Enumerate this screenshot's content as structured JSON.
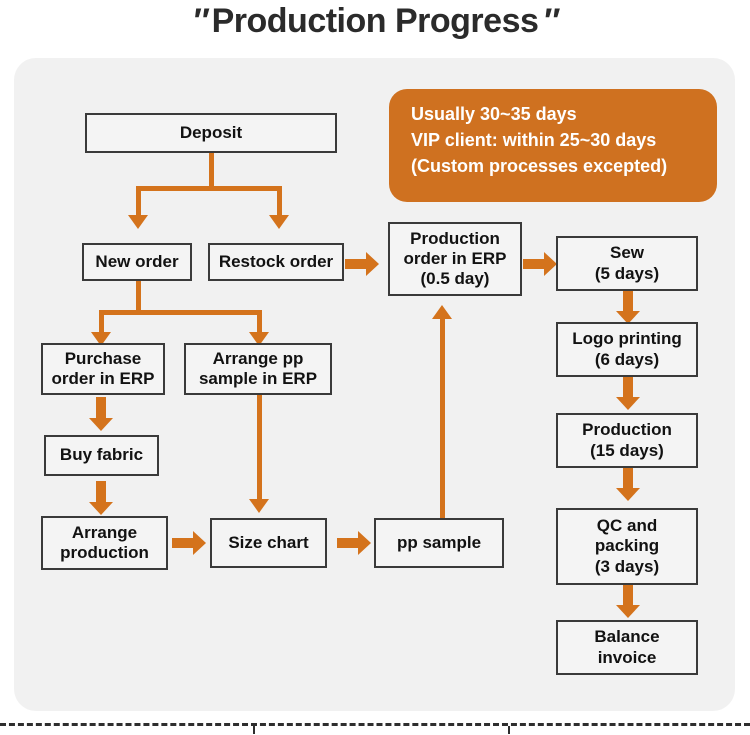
{
  "title": {
    "text": "Production Progress",
    "quote_open": "″",
    "quote_close": "″"
  },
  "banner": {
    "line1": "Usually 30~35 days",
    "line2": "VIP client: within 25~30 days",
    "line3": "(Custom processes excepted)",
    "background_color": "#cf7120",
    "text_color": "#ffffff"
  },
  "colors": {
    "connector": "#d4731c",
    "panel": "#f1f1f1",
    "box_border": "#3a3a3a",
    "box_fill": "#f4f4f4",
    "text": "#121212"
  },
  "nodes": {
    "deposit": {
      "line1": "Deposit"
    },
    "new_order": {
      "line1": "New order"
    },
    "restock_order": {
      "line1": "Restock order"
    },
    "purchase_order": {
      "line1": "Purchase",
      "line2": "order in ERP"
    },
    "arrange_pp_sample": {
      "line1": "Arrange pp",
      "line2": "sample in ERP"
    },
    "buy_fabric": {
      "line1": "Buy fabric"
    },
    "arrange_production": {
      "line1": "Arrange",
      "line2": "production"
    },
    "size_chart": {
      "line1": "Size chart"
    },
    "pp_sample": {
      "line1": "pp sample"
    },
    "production_order": {
      "line1": "Production",
      "line2": "order in ERP",
      "line3": "(0.5 day)"
    },
    "sew": {
      "line1": "Sew",
      "line2": "(5 days)"
    },
    "logo_printing": {
      "line1": "Logo printing",
      "line2": "(6 days)"
    },
    "production": {
      "line1": "Production",
      "line2": "(15 days)"
    },
    "qc_packing": {
      "line1": "QC and",
      "line2": "packing",
      "line3": "(3 days)"
    },
    "balance_invoice": {
      "line1": "Balance",
      "line2": "invoice"
    }
  }
}
